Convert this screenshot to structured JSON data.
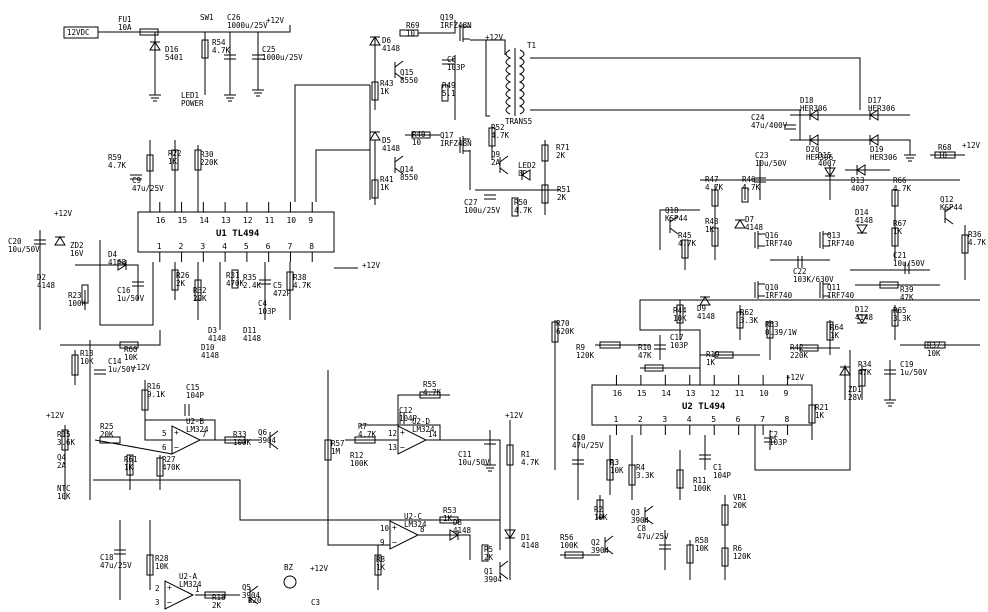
{
  "supply": {
    "input": "12VDC",
    "rail": "+12V"
  },
  "ics": [
    {
      "ref": "U1",
      "part": "TL494",
      "top_pins": [
        "16",
        "15",
        "14",
        "13",
        "12",
        "11",
        "10",
        "9"
      ],
      "bottom_pins": [
        "1",
        "2",
        "3",
        "4",
        "5",
        "6",
        "7",
        "8"
      ]
    },
    {
      "ref": "U2",
      "part": "TL494",
      "top_pins": [
        "16",
        "15",
        "14",
        "13",
        "12",
        "11",
        "10",
        "9"
      ],
      "bottom_pins": [
        "1",
        "2",
        "3",
        "4",
        "5",
        "6",
        "7",
        "8"
      ]
    }
  ],
  "opamps": [
    {
      "ref": "U2-B",
      "part": "LM324",
      "pins": [
        "5",
        "6",
        "7"
      ]
    },
    {
      "ref": "U2-D",
      "part": "LM324",
      "pins": [
        "12",
        "13",
        "14"
      ]
    },
    {
      "ref": "U2-C",
      "part": "LM324",
      "pins": [
        "10",
        "9",
        "8"
      ]
    },
    {
      "ref": "U2-A",
      "part": "LM324",
      "pins": [
        "2",
        "3",
        "1"
      ]
    }
  ],
  "transformer": {
    "ref": "T1",
    "part": "TRANS5"
  },
  "labels": [
    {
      "ref": "FU1",
      "value": "10A"
    },
    {
      "ref": "SW1",
      "value": ""
    },
    {
      "ref": "D16",
      "value": "5401"
    },
    {
      "ref": "R54",
      "value": "4.7K"
    },
    {
      "ref": "C26",
      "value": "1000u/25V"
    },
    {
      "ref": "C25",
      "value": "1000u/25V"
    },
    {
      "ref": "LED1",
      "value": "POWER"
    },
    {
      "ref": "R59",
      "value": "4.7K"
    },
    {
      "ref": "C9",
      "value": "47u/25V"
    },
    {
      "ref": "R22",
      "value": "1K"
    },
    {
      "ref": "R30",
      "value": "220K"
    },
    {
      "ref": "C20",
      "value": "10u/50V"
    },
    {
      "ref": "ZD2",
      "value": "16V"
    },
    {
      "ref": "D2",
      "value": "4148"
    },
    {
      "ref": "D4",
      "value": "4148"
    },
    {
      "ref": "C16",
      "value": "1u/50V"
    },
    {
      "ref": "R23",
      "value": "100K"
    },
    {
      "ref": "R26",
      "value": "2K"
    },
    {
      "ref": "R32",
      "value": "20K"
    },
    {
      "ref": "R31",
      "value": "470K"
    },
    {
      "ref": "R35",
      "value": "2.4K"
    },
    {
      "ref": "C5",
      "value": "472P"
    },
    {
      "ref": "C4",
      "value": "103P"
    },
    {
      "ref": "R38",
      "value": "4.7K"
    },
    {
      "ref": "D3",
      "value": "4148"
    },
    {
      "ref": "D10",
      "value": "4148"
    },
    {
      "ref": "D11",
      "value": "4148"
    },
    {
      "ref": "R60",
      "value": "10K"
    },
    {
      "ref": "R13",
      "value": "10K"
    },
    {
      "ref": "C14",
      "value": "1u/50V"
    },
    {
      "ref": "R16",
      "value": "9.1K"
    },
    {
      "ref": "C15",
      "value": "104P"
    },
    {
      "ref": "R15",
      "value": "3.6K"
    },
    {
      "ref": "R25",
      "value": "20K"
    },
    {
      "ref": "Q4",
      "value": "2A"
    },
    {
      "ref": "NTC",
      "value": "10K"
    },
    {
      "ref": "R61",
      "value": "1K"
    },
    {
      "ref": "R27",
      "value": "470K"
    },
    {
      "ref": "R33",
      "value": "100K"
    },
    {
      "ref": "Q6",
      "value": "3904"
    },
    {
      "ref": "C18",
      "value": "47u/25V"
    },
    {
      "ref": "R28",
      "value": "10K"
    },
    {
      "ref": "R18",
      "value": "2K"
    },
    {
      "ref": "R20",
      "value": ""
    },
    {
      "ref": "Q5",
      "value": "3904"
    },
    {
      "ref": "BZ",
      "value": ""
    },
    {
      "ref": "C3",
      "value": ""
    },
    {
      "ref": "R57",
      "value": "1M"
    },
    {
      "ref": "R7",
      "value": "4.7K"
    },
    {
      "ref": "C12",
      "value": "104P"
    },
    {
      "ref": "R12",
      "value": "100K"
    },
    {
      "ref": "R55",
      "value": "4.7K"
    },
    {
      "ref": "C11",
      "value": "10u/50V"
    },
    {
      "ref": "R1",
      "value": "4.7K"
    },
    {
      "ref": "R53",
      "value": "1K"
    },
    {
      "ref": "R8",
      "value": "1K"
    },
    {
      "ref": "D8",
      "value": "4148"
    },
    {
      "ref": "R5",
      "value": "2K"
    },
    {
      "ref": "Q1",
      "value": "3904"
    },
    {
      "ref": "D1",
      "value": "4148"
    },
    {
      "ref": "R69",
      "value": "10"
    },
    {
      "ref": "D6",
      "value": "4148"
    },
    {
      "ref": "Q15",
      "value": "8550"
    },
    {
      "ref": "R43",
      "value": "1K"
    },
    {
      "ref": "R40",
      "value": "10"
    },
    {
      "ref": "D5",
      "value": "4148"
    },
    {
      "ref": "Q14",
      "value": "8550"
    },
    {
      "ref": "R41",
      "value": "1K"
    },
    {
      "ref": "Q19",
      "value": "IRFZ48N"
    },
    {
      "ref": "C6",
      "value": "103P"
    },
    {
      "ref": "R49",
      "value": "5.1"
    },
    {
      "ref": "Q17",
      "value": "IRFZ48N"
    },
    {
      "ref": "R52",
      "value": "4.7K"
    },
    {
      "ref": "Q9",
      "value": "2A"
    },
    {
      "ref": "R71",
      "value": "2K"
    },
    {
      "ref": "LED2",
      "value": "8P"
    },
    {
      "ref": "C27",
      "value": "100u/25V"
    },
    {
      "ref": "R50",
      "value": "4.7K"
    },
    {
      "ref": "R51",
      "value": "2K"
    },
    {
      "ref": "D18",
      "value": "HER306"
    },
    {
      "ref": "D17",
      "value": "HER306"
    },
    {
      "ref": "C24",
      "value": "47u/400V"
    },
    {
      "ref": "D20",
      "value": "HER306"
    },
    {
      "ref": "D19",
      "value": "HER306"
    },
    {
      "ref": "R68",
      "value": "10"
    },
    {
      "ref": "C23",
      "value": "10u/50V"
    },
    {
      "ref": "D15",
      "value": "4007"
    },
    {
      "ref": "D13",
      "value": "4007"
    },
    {
      "ref": "R47",
      "value": "4.7K"
    },
    {
      "ref": "R46",
      "value": "4.7K"
    },
    {
      "ref": "R66",
      "value": "4.7K"
    },
    {
      "ref": "Q18",
      "value": "KSP44"
    },
    {
      "ref": "R48",
      "value": "1K"
    },
    {
      "ref": "D7",
      "value": "4148"
    },
    {
      "ref": "R45",
      "value": "4.7K"
    },
    {
      "ref": "Q16",
      "value": "IRF740"
    },
    {
      "ref": "Q13",
      "value": "IRF740"
    },
    {
      "ref": "D14",
      "value": "4148"
    },
    {
      "ref": "R67",
      "value": "1K"
    },
    {
      "ref": "Q12",
      "value": "KSP44"
    },
    {
      "ref": "R36",
      "value": "4.7K"
    },
    {
      "ref": "C22",
      "value": "103K/630V"
    },
    {
      "ref": "C21",
      "value": "10u/50V"
    },
    {
      "ref": "R39",
      "value": "47K"
    },
    {
      "ref": "Q10",
      "value": "IRF740"
    },
    {
      "ref": "Q11",
      "value": "IRF740"
    },
    {
      "ref": "R44",
      "value": "10K"
    },
    {
      "ref": "D9",
      "value": "4148"
    },
    {
      "ref": "R62",
      "value": "3.3K"
    },
    {
      "ref": "R63",
      "value": "0.39/1W"
    },
    {
      "ref": "D12",
      "value": "4148"
    },
    {
      "ref": "R65",
      "value": "3.3K"
    },
    {
      "ref": "R64",
      "value": "1K"
    },
    {
      "ref": "R37",
      "value": "10K"
    },
    {
      "ref": "R70",
      "value": "620K"
    },
    {
      "ref": "C17",
      "value": "103P"
    },
    {
      "ref": "R9",
      "value": "120K"
    },
    {
      "ref": "R10",
      "value": "47K"
    },
    {
      "ref": "R19",
      "value": "1K"
    },
    {
      "ref": "R42",
      "value": "220K"
    },
    {
      "ref": "R34",
      "value": "47K"
    },
    {
      "ref": "ZD1",
      "value": "28V"
    },
    {
      "ref": "C19",
      "value": "1u/50V"
    },
    {
      "ref": "R21",
      "value": "1K"
    },
    {
      "ref": "C2",
      "value": "103P"
    },
    {
      "ref": "C10",
      "value": "47u/25V"
    },
    {
      "ref": "R3",
      "value": "10K"
    },
    {
      "ref": "R4",
      "value": "3.3K"
    },
    {
      "ref": "C1",
      "value": "104P"
    },
    {
      "ref": "R11",
      "value": "100K"
    },
    {
      "ref": "R2",
      "value": "10K"
    },
    {
      "ref": "Q3",
      "value": "3904"
    },
    {
      "ref": "VR1",
      "value": "20K"
    },
    {
      "ref": "C8",
      "value": "47u/25V"
    },
    {
      "ref": "R58",
      "value": "10K"
    },
    {
      "ref": "R6",
      "value": "120K"
    },
    {
      "ref": "R56",
      "value": "100K"
    },
    {
      "ref": "Q2",
      "value": "3904"
    }
  ]
}
